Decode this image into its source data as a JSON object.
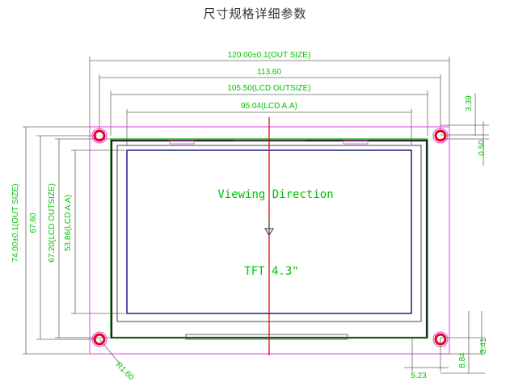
{
  "title": "尺寸规格详细参数",
  "dimensions": {
    "out_width": "120.00±0.1(OUT SIZE)",
    "hole_spacing": "113.60",
    "lcd_outsize_w": "105.50(LCD OUTSIZE)",
    "lcd_aa_w": "95.04(LCD A.A)",
    "right_top": "3.39",
    "right_small": "0.50",
    "out_height": "74.00±0.1(OUT SIZE)",
    "hole_spacing_v": "67.60",
    "lcd_outsize_h": "67.20(LCD OUTSIZE)",
    "lcd_aa_h": "53.86(LCD A.A)",
    "radius": "R1.60",
    "bottom_offset": "5.23",
    "bottom_right_1": "8.84",
    "bottom_right_2": "3.41"
  },
  "screen": {
    "viewing_direction": "Viewing Direction",
    "model": "TFT 4.3\""
  },
  "colors": {
    "dimension_text": "#00c000",
    "hole": "#e0001a",
    "center_line": "#e00000",
    "pcb_outline": "#e040e0",
    "lcd_outline": "#00a000",
    "active_area": "#1a1a8a"
  }
}
